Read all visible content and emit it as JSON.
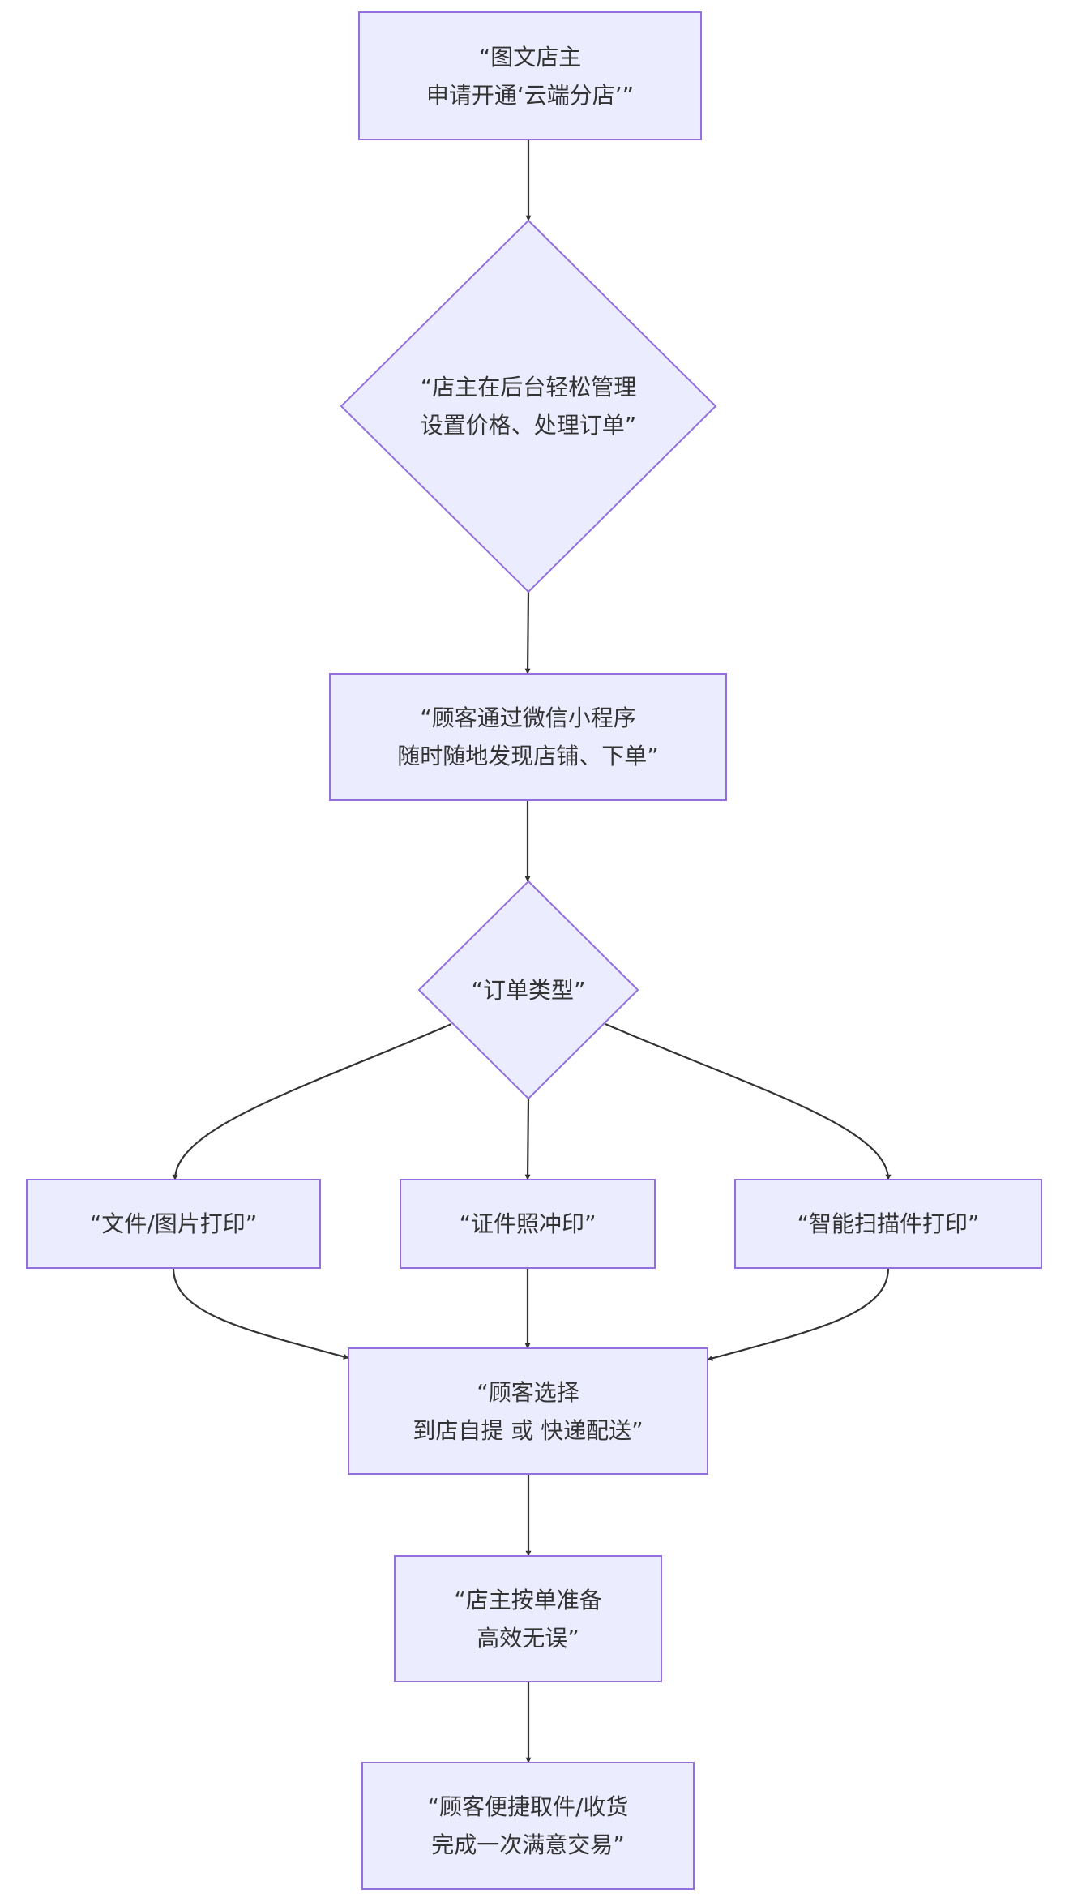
{
  "diagram": {
    "type": "flowchart",
    "colors": {
      "node_fill": "#ECECFF",
      "node_stroke": "#9370DB",
      "edge": "#333333",
      "text": "#333333"
    },
    "nodes": [
      {
        "id": "apply",
        "shape": "rect",
        "label": "“图文店主\n申请开通‘云端分店’”"
      },
      {
        "id": "manage",
        "shape": "diamond",
        "label": "“店主在后台轻松管理\n设置价格、处理订单”"
      },
      {
        "id": "order",
        "shape": "rect",
        "label": "“顾客通过微信小程序\n随时随地发现店铺、下单”"
      },
      {
        "id": "type",
        "shape": "diamond",
        "label": "“订单类型”"
      },
      {
        "id": "print",
        "shape": "rect",
        "label": "“文件/图片打印”"
      },
      {
        "id": "photo",
        "shape": "rect",
        "label": "“证件照冲印”"
      },
      {
        "id": "scan",
        "shape": "rect",
        "label": "“智能扫描件打印”"
      },
      {
        "id": "delivery",
        "shape": "rect",
        "label": "“顾客选择\n到店自提 或 快递配送”"
      },
      {
        "id": "prepare",
        "shape": "rect",
        "label": "“店主按单准备\n高效无误”"
      },
      {
        "id": "done",
        "shape": "rect",
        "label": "“顾客便捷取件/收货\n完成一次满意交易”"
      }
    ],
    "edges": [
      {
        "from": "apply",
        "to": "manage"
      },
      {
        "from": "manage",
        "to": "order"
      },
      {
        "from": "order",
        "to": "type"
      },
      {
        "from": "type",
        "to": "print"
      },
      {
        "from": "type",
        "to": "photo"
      },
      {
        "from": "type",
        "to": "scan"
      },
      {
        "from": "print",
        "to": "delivery"
      },
      {
        "from": "photo",
        "to": "delivery"
      },
      {
        "from": "scan",
        "to": "delivery"
      },
      {
        "from": "delivery",
        "to": "prepare"
      },
      {
        "from": "prepare",
        "to": "done"
      }
    ]
  }
}
